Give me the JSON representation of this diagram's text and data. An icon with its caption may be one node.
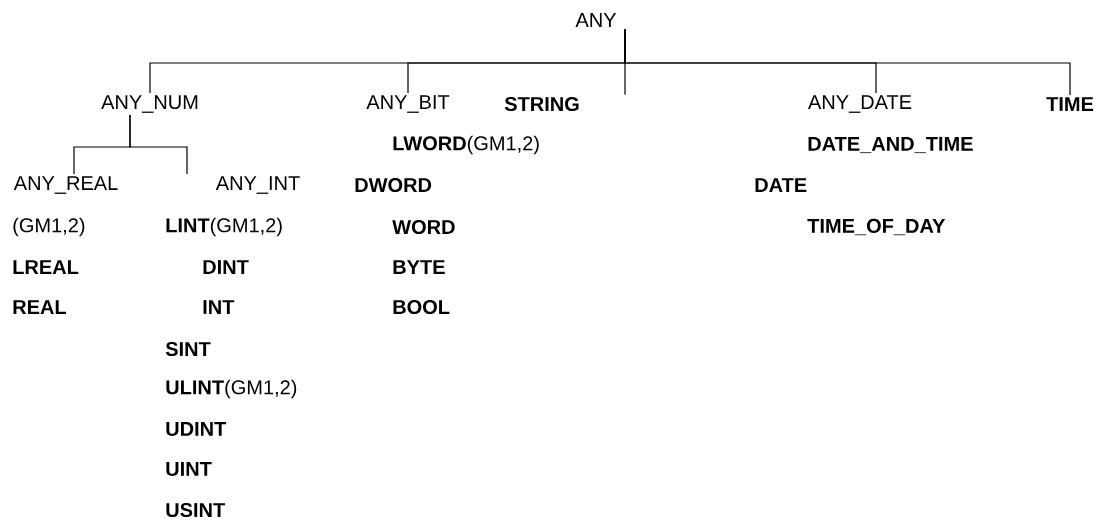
{
  "diagram": {
    "nodes": [
      {
        "text": [
          "ANY"
        ]
      },
      {
        "text": [
          "ANY_NUM"
        ]
      },
      {
        "text": [
          "ANY_BIT"
        ]
      },
      {
        "text": [
          "STRING"
        ]
      },
      {
        "text": [
          "ANY_DATE"
        ]
      },
      {
        "text": [
          "TIME"
        ]
      },
      {
        "text": [
          "ANY_REAL"
        ]
      },
      {
        "text": [
          "ANY_INT"
        ]
      }
    ],
    "edges": [
      {
        "from": 0,
        "to": 1,
        "arrow": "none"
      },
      {
        "from": 0,
        "to": 2,
        "arrow": "none"
      },
      {
        "from": 0,
        "to": 3,
        "arrow": "none"
      },
      {
        "from": 0,
        "to": 4,
        "arrow": "none"
      },
      {
        "from": 0,
        "to": 5,
        "arrow": "none"
      },
      {
        "from": 1,
        "to": 6,
        "arrow": "none"
      },
      {
        "from": 1,
        "to": 7,
        "arrow": "none"
      }
    ],
    "labels": [
      "**LWORD**(GM1,2)",
      "DATE_AND_TIME",
      "DWORD",
      "DATE",
      "(GM1,2)",
      "**LINT**(GM1,2)",
      "WORD",
      "TIME_OF_DAY",
      "LREAL",
      "DINT",
      "BYTE",
      "REAL",
      "INT",
      "BOOL",
      "SINT",
      "**ULINT**(GM1,2)",
      "UDINT",
      "UINT",
      "USINT"
    ]
  }
}
